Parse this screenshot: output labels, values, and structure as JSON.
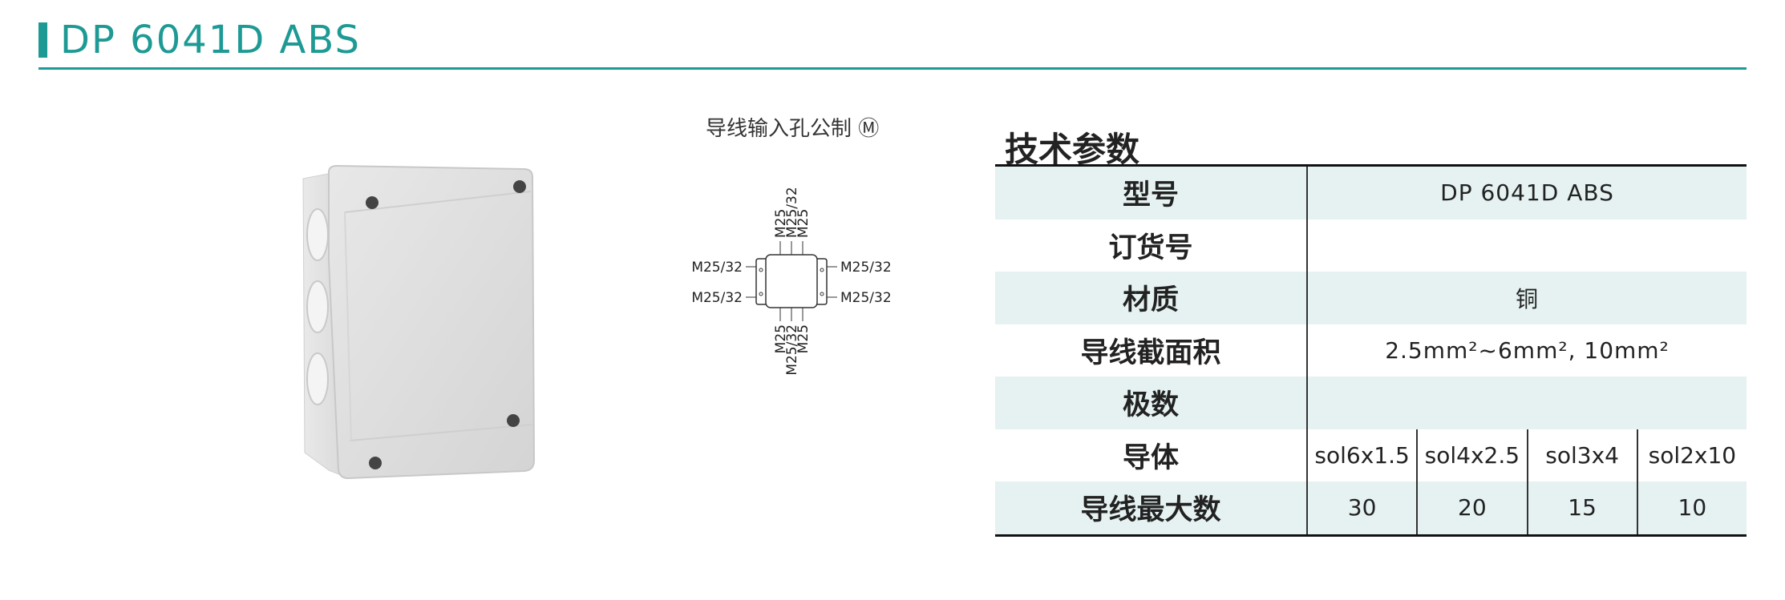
{
  "header": {
    "title": "DP 6041D ABS"
  },
  "diagram": {
    "title": "导线输入孔公制 Ⓜ",
    "top_labels": [
      "M25",
      "M25/32",
      "M25"
    ],
    "bottom_labels": [
      "M25",
      "M25/32",
      "M25"
    ],
    "left_labels": [
      "M25/32",
      "M25/32"
    ],
    "right_labels": [
      "M25/32",
      "M25/32"
    ]
  },
  "spec": {
    "heading": "技术参数",
    "rows": [
      {
        "label": "型号",
        "value": "DP 6041D ABS"
      },
      {
        "label": "订货号",
        "value": ""
      },
      {
        "label": "材质",
        "value": "铜"
      },
      {
        "label": "导线截面积",
        "value": "2.5mm²~6mm², 10mm²"
      },
      {
        "label": "极数",
        "value": ""
      }
    ],
    "conductor": {
      "label": "导体",
      "values": [
        "sol6x1.5",
        "sol4x2.5",
        "sol3x4",
        "sol2x10"
      ]
    },
    "max_wires": {
      "label": "导线最大数",
      "values": [
        "30",
        "20",
        "15",
        "10"
      ]
    }
  },
  "colors": {
    "accent": "#1e9a95",
    "row_shade": "#e6f2f2"
  }
}
